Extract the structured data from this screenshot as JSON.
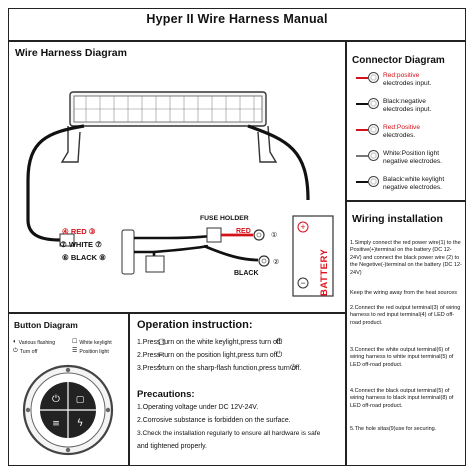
{
  "title": "Hyper II Wire Harness Manual",
  "wire_harness": {
    "heading": "Wire Harness Diagram",
    "labels": {
      "red": "RED",
      "white": "WHITE",
      "black": "BLACK",
      "red_num": "③",
      "white_num": "⑦",
      "black_num": "⑧",
      "red_num_left": "④",
      "white_num_left": "⑦",
      "black_num_left": "⑥"
    },
    "fuse_holder": "FUSE HOLDER",
    "fuse_red": "RED",
    "fuse_black": "BLACK",
    "battery": "BATTERY",
    "batt_num1": "①",
    "batt_num2": "②"
  },
  "connector": {
    "heading": "Connector Diagram",
    "items": [
      {
        "line1": "Red:positive",
        "line2": "electrodes input.",
        "color": "#d3121a"
      },
      {
        "line1": "Black:negative",
        "line2": "electrodes input.",
        "color": "#111111"
      },
      {
        "line1": "Red:Positive",
        "line2": "electrodes.",
        "color": "#d3121a"
      },
      {
        "line1": "White:Position light",
        "line2": "negative electrodes.",
        "color": "#cccccc"
      },
      {
        "line1": "Balack:white keylight",
        "line2": "negative electrodes.",
        "color": "#111111"
      }
    ]
  },
  "wiring": {
    "heading": "Wiring installation",
    "steps": [
      "1.Simply connect the red power wire(1) to the Positive(+)terminal on the battery (DC 12-24V) and connect the black power wire (2) to the Negetive(-)terminal on the battery (DC 12-24V)",
      "Keep the wiring away from the heat sources",
      "2.Connect the red output terminal(3) of wiring harness to red input terminal(4) of LED off-road product.",
      "3.Connect the white output terminal(6) of wiring harness to white input terminal(5) of LED off-road product.",
      "4.Connect the black output terminal(5) of wiring harness to black input terminal(8) of LED off-road product.",
      "5.The hole sitas(9)use for securing."
    ]
  },
  "button": {
    "heading": "Button Diagram",
    "legend": [
      {
        "label": "Various flashing"
      },
      {
        "label": "White keylight"
      },
      {
        "label": "Turn off"
      },
      {
        "label": "Position light"
      }
    ]
  },
  "operation": {
    "heading": "Operation instruction:",
    "lines": [
      "1.Press    turn on the white keylight,press    turn off.",
      "2.Press    turn on the position light,press    turn off.",
      "3.Press    turn on the sharp-flash function,press    turn off."
    ]
  },
  "precautions": {
    "heading": "Precautions:",
    "lines": [
      "1.Operating voltage under DC 12V-24V.",
      "2.Corrosive substance is forbidden on the surface.",
      "3.Check the installation regularly to ensure all hardware is safe",
      "and tightened properly."
    ]
  },
  "colors": {
    "red_wire": "#d3121a",
    "black_wire": "#111111",
    "battery_red": "#e0141c"
  }
}
